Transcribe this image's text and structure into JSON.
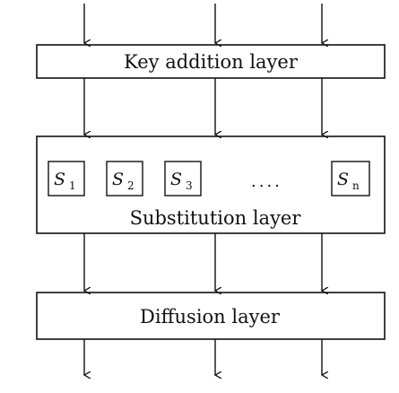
{
  "layers": {
    "key_addition": "Key addition layer",
    "substitution": "Substitution layer",
    "diffusion": "Diffusion layer"
  },
  "sboxes": [
    {
      "letter": "S",
      "sub": "1"
    },
    {
      "letter": "S",
      "sub": "2"
    },
    {
      "letter": "S",
      "sub": "3"
    },
    {
      "letter": "S",
      "sub": "n"
    }
  ],
  "ellipsis": "...."
}
